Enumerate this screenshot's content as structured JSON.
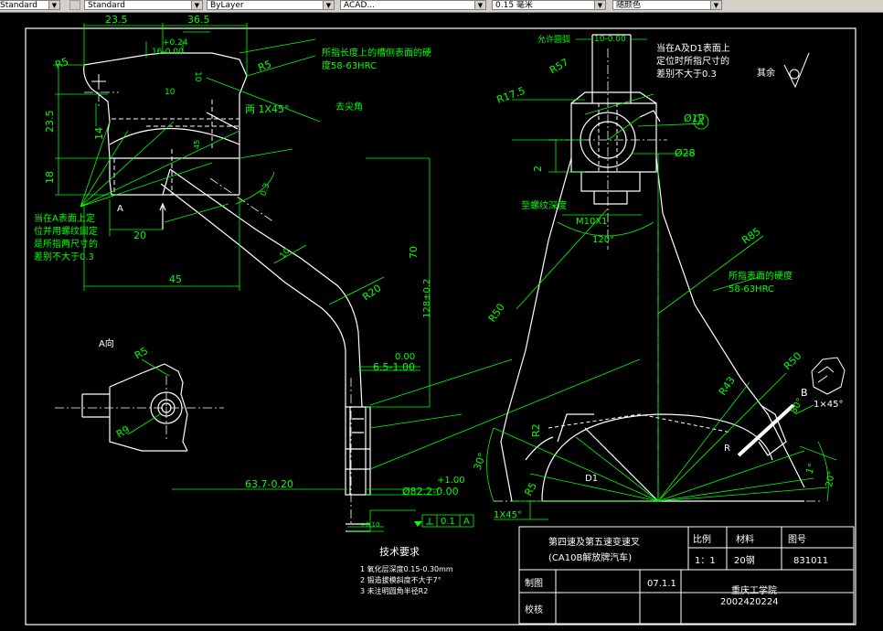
{
  "toolbar": {
    "text_style": "Standard",
    "layer": "ByLayer",
    "linetype": "ACAD...",
    "lineweight": "0.15 毫米",
    "color": "随颜色"
  },
  "dims": {
    "d_23_5": "23.5",
    "d_36_5": "36.5",
    "d_tol_plus": "+0.24",
    "d_16": "16-0.00",
    "d_10a": "10",
    "d_10b": "10",
    "d_R5a": "R5",
    "d_R5b": "R5",
    "d_23_5v": "23.5",
    "d_14": "14",
    "d_18": "18",
    "d_2x45": "两 1X45°",
    "d_45v": "45",
    "d_20": "20",
    "d_45": "45",
    "d_70": "70",
    "d_128": "128±0.2",
    "d_R20": "R20",
    "d_10c": "10",
    "d_0_00": "0.00",
    "d_6_5": "6.5-1.00",
    "d_63_7": "63.7-0.20",
    "d_82_2a": "+1.00",
    "d_82_2": "Ø82.2-0.00",
    "d_R5c": "R5",
    "d_R9": "R9",
    "d_R57": "R57",
    "d_10d": "10-0.00",
    "d_R17_5": "R17.5",
    "d_19": "Ø19",
    "d_28": "Ø28",
    "d_2": "2",
    "d_M10": "M10X1",
    "d_120": "120°",
    "d_R85": "R85",
    "d_R50a": "R50",
    "d_R50b": "R50",
    "d_R43": "R43",
    "d_R2": "R2",
    "d_R5d": "R5",
    "d_30": "30°",
    "d_1x45": "1X45°",
    "d_8x45": "1×45°",
    "d_1": "1°",
    "d_20d": "20°",
    "d_80": "80°",
    "d_03": "0.3",
    "d_tol_small": "+0.10",
    "gdt_value": "0.1",
    "gdt_datum": "A"
  },
  "labels": {
    "A": "A",
    "A_view": "A向",
    "A_circle": "A",
    "B": "B",
    "R": "R",
    "D1": "D1",
    "rest": "其余",
    "allow_round": "允许圆弧",
    "chamfer": "去尖角",
    "thread_depth": "至螺纹深度"
  },
  "notes": {
    "note_hardness_top_1": "所指长度上的槽侧表面的硬",
    "note_hardness_top_2": "度58-63HRC",
    "note_left_1": "当在A表面上定",
    "note_left_2": "位并用螺纹固定",
    "note_left_3": "是所指两尺寸的",
    "note_left_4": "差别不大于0.3",
    "note_right_1": "当在A及D1表面上",
    "note_right_2": "定位时所指尺寸的",
    "note_right_3": "差别不大于0.3",
    "note_hardness_right_1": "所指表面的硬度",
    "note_hardness_right_2": "58-63HRC"
  },
  "tech": {
    "title": "技术要求",
    "item1": "1  氧化层深度0.15-0.30mm",
    "item2": "2  锻造拔模斜度不大于7°",
    "item3": "3  未注明圆角半径R2"
  },
  "titleblock": {
    "part_name_1": "第四速及第五速变速叉",
    "part_name_2": "(CA10B解放牌汽车)",
    "scale_hdr": "比例",
    "material_hdr": "材料",
    "dwg_no_hdr": "图号",
    "scale_val": "1：1",
    "material_val": "20钢",
    "dwg_no_val": "831011",
    "drawn_lbl": "制图",
    "check_lbl": "校核",
    "date_val": "07.1.1",
    "school": "重庆工学院",
    "student_id": "2002420224"
  }
}
